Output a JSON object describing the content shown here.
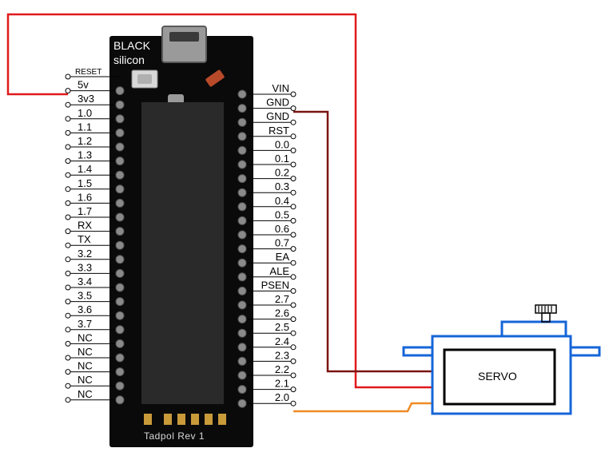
{
  "board": {
    "brand_line1": "BLACK",
    "brand_line2": "silicon",
    "caption": "Tadpol Rev 1"
  },
  "left_pins": [
    "RESET",
    "5v",
    "3v3",
    "1.0",
    "1.1",
    "1.2",
    "1.3",
    "1.4",
    "1.5",
    "1.6",
    "1.7",
    "RX",
    "TX",
    "3.2",
    "3.3",
    "3.4",
    "3.5",
    "3.6",
    "3.7",
    "NC",
    "NC",
    "NC",
    "NC",
    "NC"
  ],
  "right_pins": [
    "VIN",
    "GND",
    "GND",
    "RST",
    "0.0",
    "0.1",
    "0.2",
    "0.3",
    "0.4",
    "0.5",
    "0.6",
    "0.7",
    "EA",
    "ALE",
    "PSEN",
    "2.7",
    "2.6",
    "2.5",
    "2.4",
    "2.3",
    "2.2",
    "2.1",
    "2.0"
  ],
  "servo": {
    "label": "SERVO"
  },
  "colors": {
    "wire_power": "#e0191b",
    "wire_ground": "#7a1410",
    "wire_signal": "#f08a24",
    "servo_outline": "#1565d8",
    "board": "#0a0a0a"
  },
  "connections": [
    {
      "from": "5v",
      "to": "servo power",
      "color": "wire_power"
    },
    {
      "from": "GND",
      "to": "servo ground",
      "color": "wire_ground"
    },
    {
      "from": "2.0",
      "to": "servo signal",
      "color": "wire_signal"
    }
  ]
}
